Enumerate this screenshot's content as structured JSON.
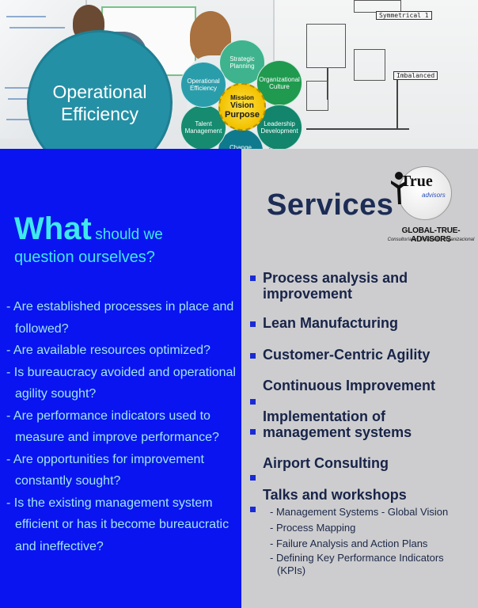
{
  "hero": {
    "circle_title_line1": "Operational",
    "circle_title_line2": "Efficiency",
    "whiteboard_label_1": "Symmetrical 1",
    "whiteboard_label_2": "Imbalanced",
    "diagram": {
      "hub_line1": "Mission",
      "hub_line2": "Vision",
      "hub_line3": "Purpose",
      "petals": [
        {
          "label": "Strategic Planning",
          "color": "#3fb38d"
        },
        {
          "label": "Organizational Culture",
          "color": "#1f9a4f"
        },
        {
          "label": "Leadership Development",
          "color": "#12856c"
        },
        {
          "label": "Change Management",
          "color": "#0f7a8d"
        },
        {
          "label": "Talent Management",
          "color": "#168b6f"
        },
        {
          "label": "Operational Efficiency",
          "color": "#2a9dab"
        }
      ]
    }
  },
  "left": {
    "headline_big": "What",
    "headline_small": "should we",
    "headline_line2": "question ourselves?",
    "questions": [
      "- Are established processes in place and followed?",
      "- Are available resources optimized?",
      "- Is bureaucracy avoided and operational agility sought?",
      "- Are performance indicators used to measure and improve performance?",
      "- Are opportunities for improvement constantly sought?",
      "- Is the existing management system efficient or has it become bureaucratic and ineffective?"
    ]
  },
  "right": {
    "title": "Services",
    "logo": {
      "mark": "True",
      "sub": "advisors",
      "name": "GLOBAL-TRUE-ADVISORS",
      "tagline": "Consultoría en Desarrollo Organizacional"
    },
    "services": [
      "Process analysis and improvement",
      "Lean Manufacturing",
      "Customer-Centric Agility",
      "Continuous Improvement",
      "Implementation of management systems",
      "Airport Consulting",
      "Talks and workshops"
    ],
    "workshop_items": [
      "- Management Systems - Global Vision",
      "- Process Mapping",
      "- Failure Analysis and Action Plans",
      "- Defining Key Performance Indicators (KPIs)"
    ]
  },
  "colors": {
    "left_panel": "#0a14f0",
    "right_panel": "#cdcdcf",
    "headline": "#3fe8ee",
    "service_text": "#182448",
    "bullet": "#1a2bd6",
    "teal_circle": "#2490a5",
    "hub": "#f2c200"
  }
}
